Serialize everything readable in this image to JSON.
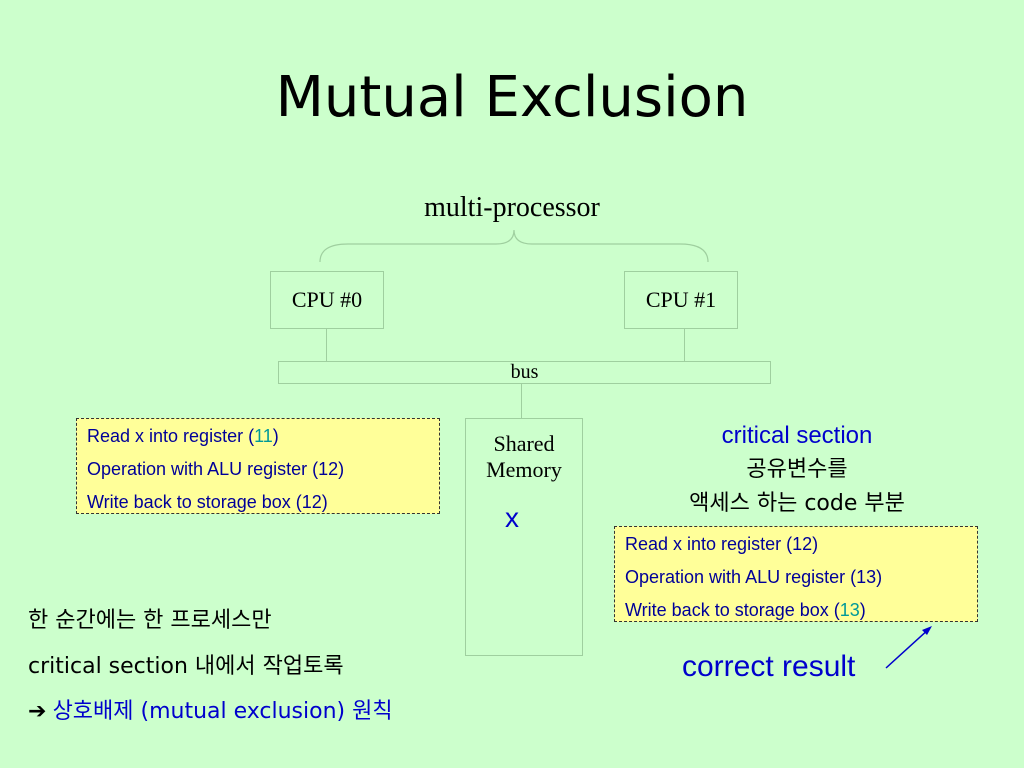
{
  "slide": {
    "title": "Mutual Exclusion",
    "multiprocessor_label": "multi-processor",
    "cpu0": "CPU #0",
    "cpu1": "CPU #1",
    "bus": "bus",
    "memory_line1": "Shared",
    "memory_line2": "Memory",
    "memory_var": "x",
    "left_code": {
      "line1_prefix": "Read x into register (",
      "line1_value": "11",
      "line1_suffix": ")",
      "line2": "Operation with ALU register (12)",
      "line3": "Write back to storage box (12)"
    },
    "critical_section": {
      "title": "critical section",
      "line2": "공유변수를",
      "line3": "액세스 하는 code 부분"
    },
    "right_code": {
      "line1": "Read x into register (12)",
      "line2": "Operation with ALU register (13)",
      "line3_prefix": "Write back to storage box (",
      "line3_value": "13",
      "line3_suffix": ")"
    },
    "correct_result": "correct result",
    "bottom": {
      "line1": "한 순간에는 한 프로세스만",
      "line2": "critical section 내에서 작업토록",
      "arrow": "➔",
      "line3": "상호배제 (mutual exclusion) 원칙"
    }
  },
  "colors": {
    "background": "#ccffcc",
    "code_box_fill": "#ffff99",
    "code_text": "#000099",
    "highlight_value": "#009999",
    "accent_blue": "#0000cc"
  }
}
